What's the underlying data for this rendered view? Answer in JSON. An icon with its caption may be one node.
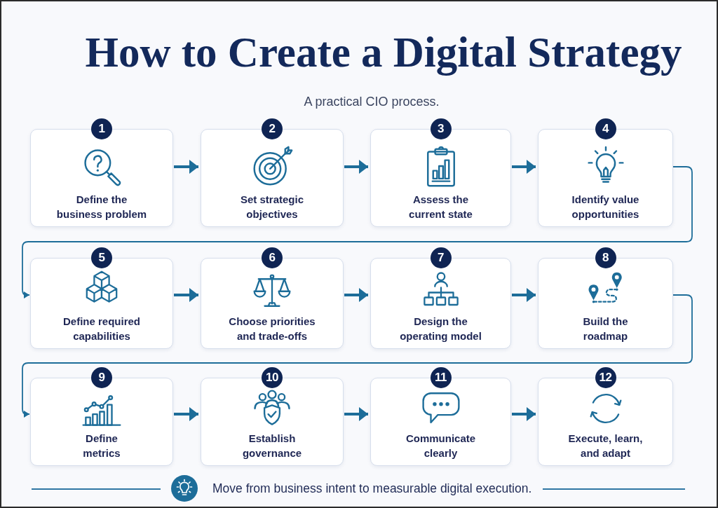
{
  "diagram": {
    "title": "How to Create a Digital Strategy",
    "nodes": [
      {
        "text": [
          "1",
          "Define the business problem"
        ]
      },
      {
        "text": [
          "2",
          "Set strategic objectives"
        ]
      },
      {
        "text": [
          "3",
          "Assess the current state"
        ]
      },
      {
        "text": [
          "4",
          "Identify value opportunities"
        ]
      },
      {
        "text": [
          "5",
          "Define required capabilities"
        ]
      },
      {
        "text": [
          "6",
          "Choose priorities and trade-offs"
        ]
      },
      {
        "text": [
          "7",
          "Design the operating model"
        ]
      },
      {
        "text": [
          "8",
          "Build the roadmap"
        ]
      },
      {
        "text": [
          "9",
          "Define metrics"
        ]
      },
      {
        "text": [
          "10",
          "Establish governance"
        ]
      },
      {
        "text": [
          "11",
          "Communicate clearly"
        ]
      },
      {
        "text": [
          "12",
          "Execute, learn, and adapt"
        ]
      }
    ],
    "edges": [
      {
        "from": 0,
        "to": 1,
        "arrow": "to"
      },
      {
        "from": 1,
        "to": 2,
        "arrow": "to"
      },
      {
        "from": 2,
        "to": 3,
        "arrow": "to"
      },
      {
        "from": 3,
        "to": 4,
        "arrow": "to"
      },
      {
        "from": 4,
        "to": 5,
        "arrow": "to"
      },
      {
        "from": 5,
        "to": 6,
        "arrow": "to"
      },
      {
        "from": 6,
        "to": 7,
        "arrow": "to"
      },
      {
        "from": 7,
        "to": 8,
        "arrow": "to"
      },
      {
        "from": 8,
        "to": 9,
        "arrow": "to"
      },
      {
        "from": 9,
        "to": 10,
        "arrow": "to"
      },
      {
        "from": 10,
        "to": 11,
        "arrow": "to"
      }
    ],
    "labels": [
      "A practical CIO process.",
      "Move from business intent to measurable digital execution."
    ]
  }
}
